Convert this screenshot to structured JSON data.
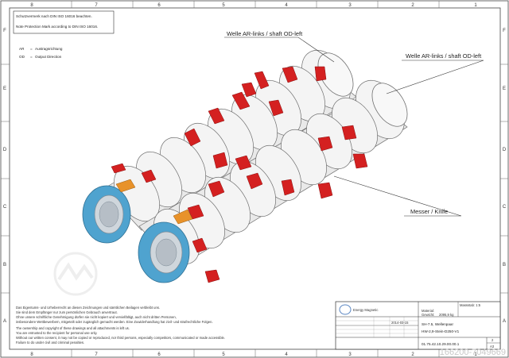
{
  "notes": {
    "protection_de": "Schutzvermerk nach DIN ISO 16016 beachten.",
    "protection_en": "Note Protection Mark according to DIN ISO 16016."
  },
  "legend": [
    {
      "code": "AR",
      "sep": "=",
      "text": "Austragsrichtung"
    },
    {
      "code": "OD",
      "sep": "=",
      "text": "Output Direction"
    }
  ],
  "callouts": {
    "shaft_left_1": "Welle AR-links / shaft OD-left",
    "shaft_left_2": "Welle AR-links / shaft OD-left",
    "knife": "Messer / Knife"
  },
  "grid": {
    "top": [
      "8",
      "7",
      "6",
      "5",
      "4",
      "3",
      "2",
      "1"
    ],
    "bottom": [
      "8",
      "7",
      "6",
      "5",
      "4",
      "3",
      "2",
      "1"
    ],
    "left": [
      "F",
      "E",
      "D",
      "C",
      "B",
      "A"
    ],
    "right": [
      "F",
      "E",
      "D",
      "C",
      "B",
      "A"
    ]
  },
  "disclaimer": [
    "Das Eigentums- und Urheberrecht an diesen Zeichnungen und sämtlichen Beilagen verbleibt uns.",
    "Sie sind dem Empfänger nur zum persönlichen Gebrauch anvertraut.",
    "Ohne unsere schriftliche Genehmigung dürfen sie nicht kopiert und vervielfältigt, auch nicht dritten Personen,",
    "insbesondere Wettbewerbern, mitgeteilt oder zugänglich gemacht werden. Eine Zuwiderhandlung hat zivil- und strafrechtliche Folgen.",
    "The ownership and copyright of these drawings and all attachments is left us.",
    "You are entrusted to the recipient for personal use only.",
    "Without our written consent, it may not be copied or reproduced, nor third persons, especially competitors, communicated or made accessible.",
    "Failure to do under civil and criminal penalties."
  ],
  "title_block": {
    "company": "Energy Magnetic",
    "scale_label": "Massstab: 1:5",
    "material_label": "Material:",
    "weight_label": "Gewicht:",
    "weight_value": "2095,9 kg",
    "date_value": "2014-03-15",
    "title_line1": "SH-7.5, Wellenpaar",
    "title_line2": "HW-2,9-Stein-D250-V1",
    "drawing_number": "01.75.42.10.29.00.00.1",
    "sheet": "2",
    "format": "A3"
  },
  "watermark": "166200-7049669",
  "colors": {
    "flange_blue": "#4fa3cf",
    "knife_red": "#d42020",
    "clamp_orange": "#e8922a",
    "shaft_white": "#f2f2f2",
    "outline": "#6f6f6f"
  }
}
